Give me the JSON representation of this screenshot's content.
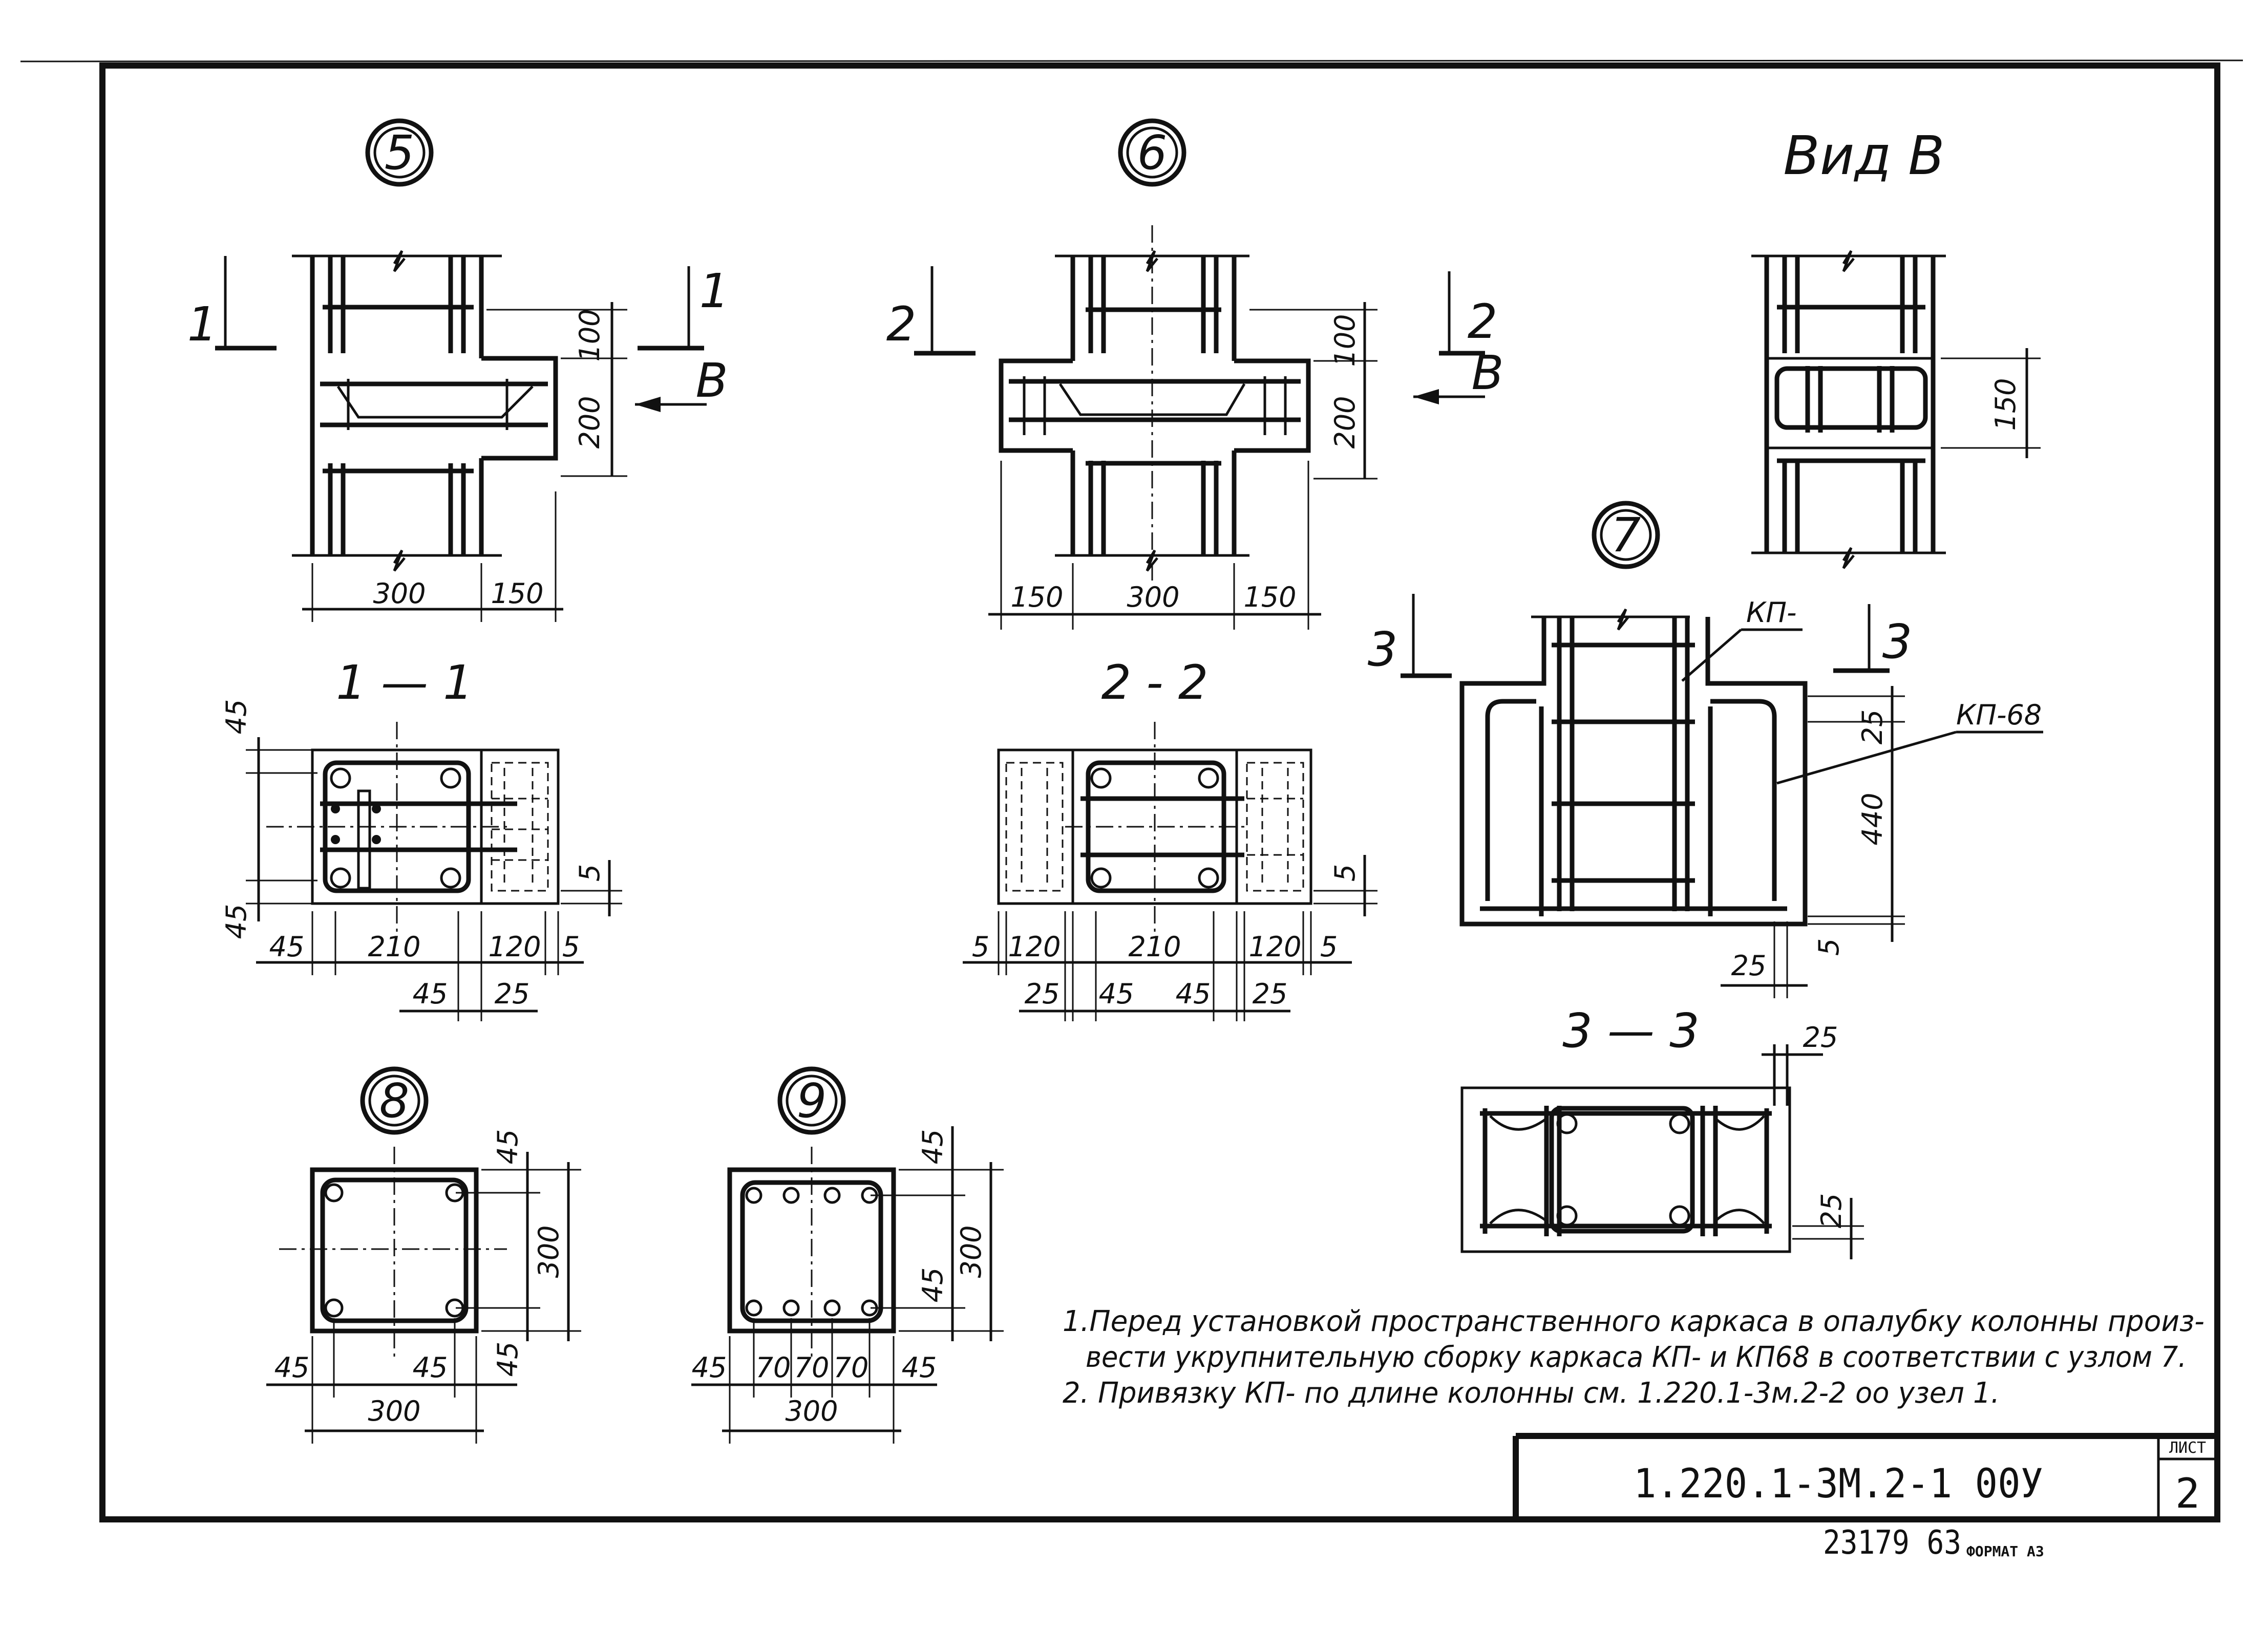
{
  "nodes": {
    "n5": "5",
    "n6": "6",
    "n7": "7",
    "n8": "8",
    "n9": "9"
  },
  "view_title": "Вид В",
  "section_marks": {
    "one": "1",
    "two": "2",
    "three": "3",
    "view": "В"
  },
  "section_titles": {
    "s11": "1 — 1",
    "s22": "2 - 2",
    "s33": "3 — 3"
  },
  "cage_labels": {
    "kp": "КП-",
    "kp68": "КП-68"
  },
  "dimensions": {
    "d100": "100",
    "d200": "200",
    "d300": "300",
    "d150": "150",
    "d45": "45",
    "d210": "210",
    "d120": "120",
    "d5": "5",
    "d25": "25",
    "d440": "440",
    "d70": "70"
  },
  "notes": {
    "line1": "1.Перед установкой пространственного каркаса в опалубку колонны произ-",
    "line2": "вести укрупнительную сборку каркаса КП- и КП68 в соответствии с узлом 7.",
    "line3": "2. Привязку КП- по длине колонны см. 1.220.1-3м.2-2  оо  узел 1."
  },
  "title_block": {
    "designation": "1.220.1-3М.2-1   00У",
    "sheet_label": "ЛИСТ",
    "sheet_number": "2"
  },
  "footer": {
    "inventory": "23179 63",
    "format": "ФОРМАТ А3"
  }
}
